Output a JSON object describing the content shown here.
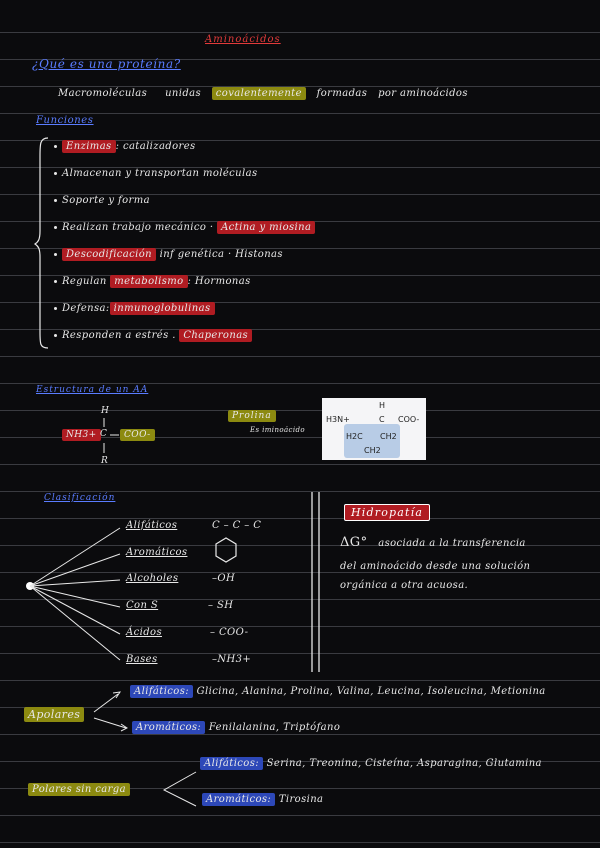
{
  "title": "Aminoácidos",
  "question": "¿Qué es una proteína?",
  "definition": {
    "part1": "Macromoléculas",
    "part2": "unidas",
    "highlight": "covalentemente",
    "part3": "formadas",
    "part4": "por aminoácidos"
  },
  "functions": {
    "heading": "Funciones",
    "items": [
      {
        "highlight": "Enzimas",
        "text": ": catalizadores",
        "hl_color": "red"
      },
      {
        "text": "Almacenan y transportan moléculas"
      },
      {
        "text": "Soporte y forma"
      },
      {
        "text": "Realizan trabajo mecánico",
        "highlight": "Actina y miosina",
        "hl_color": "red",
        "hl_after": true
      },
      {
        "highlight": "Descodificación",
        "text": " inf genética · Histonas",
        "hl_color": "red"
      },
      {
        "text": "Regulan",
        "highlight": "metabolismo",
        "text2": ": Hormonas",
        "hl_color": "red"
      },
      {
        "text": "Defensa:",
        "highlight": "inmunoglobulinas",
        "hl_color": "red",
        "hl_after": true
      },
      {
        "text": "Responden a estrés",
        "highlight": "Chaperonas",
        "hl_color": "red",
        "hl_after": true
      }
    ]
  },
  "structure": {
    "heading": "Estructura de un AA",
    "h": "H",
    "amine": "NH3+",
    "carbon": "C",
    "carboxyl": "COO-",
    "r": "R",
    "proline_label": "Prolina",
    "iminoacid": "Es iminoácido",
    "molecule": {
      "h": "H",
      "h3n": "H3N+",
      "c": "C",
      "coo": "COO-",
      "h2c": "H2C",
      "ch2": "CH2",
      "ch2b": "CH2"
    }
  },
  "classification": {
    "heading": "Clasificación",
    "items": [
      {
        "label": "Alifáticos",
        "formula": "C – C – C"
      },
      {
        "label": "Aromáticos",
        "formula": "hexagon"
      },
      {
        "label": "Alcoholes",
        "formula": "–OH"
      },
      {
        "label": "Con S",
        "formula": "– SH"
      },
      {
        "label": "Ácidos",
        "formula": "– COO-"
      },
      {
        "label": "Bases",
        "formula": "–NH3+"
      }
    ]
  },
  "hydropathy": {
    "heading": "Hidropatía",
    "line1a": "ΔG°",
    "line1b": "asociada a la transferencia",
    "line2": "del aminoácido desde una solución",
    "line3": "orgánica a otra acuosa."
  },
  "apolar": {
    "label": "Apolares",
    "aliphatic_hl": "Alifáticos:",
    "aliphatic_list": "Glicina, Alanina, Prolina, Valina, Leucina, Isoleucina, Metionina",
    "aromatic_hl": "Aromáticos:",
    "aromatic_list": "Fenilalanina, Triptófano"
  },
  "polar": {
    "label": "Polares sin carga",
    "aliphatic_hl": "Alifáticos:",
    "aliphatic_list": "Serina, Treonina, Cisteína, Asparagina, Glutamina",
    "aromatic_hl": "Aromáticos:",
    "aromatic_list": "Tirosina"
  }
}
